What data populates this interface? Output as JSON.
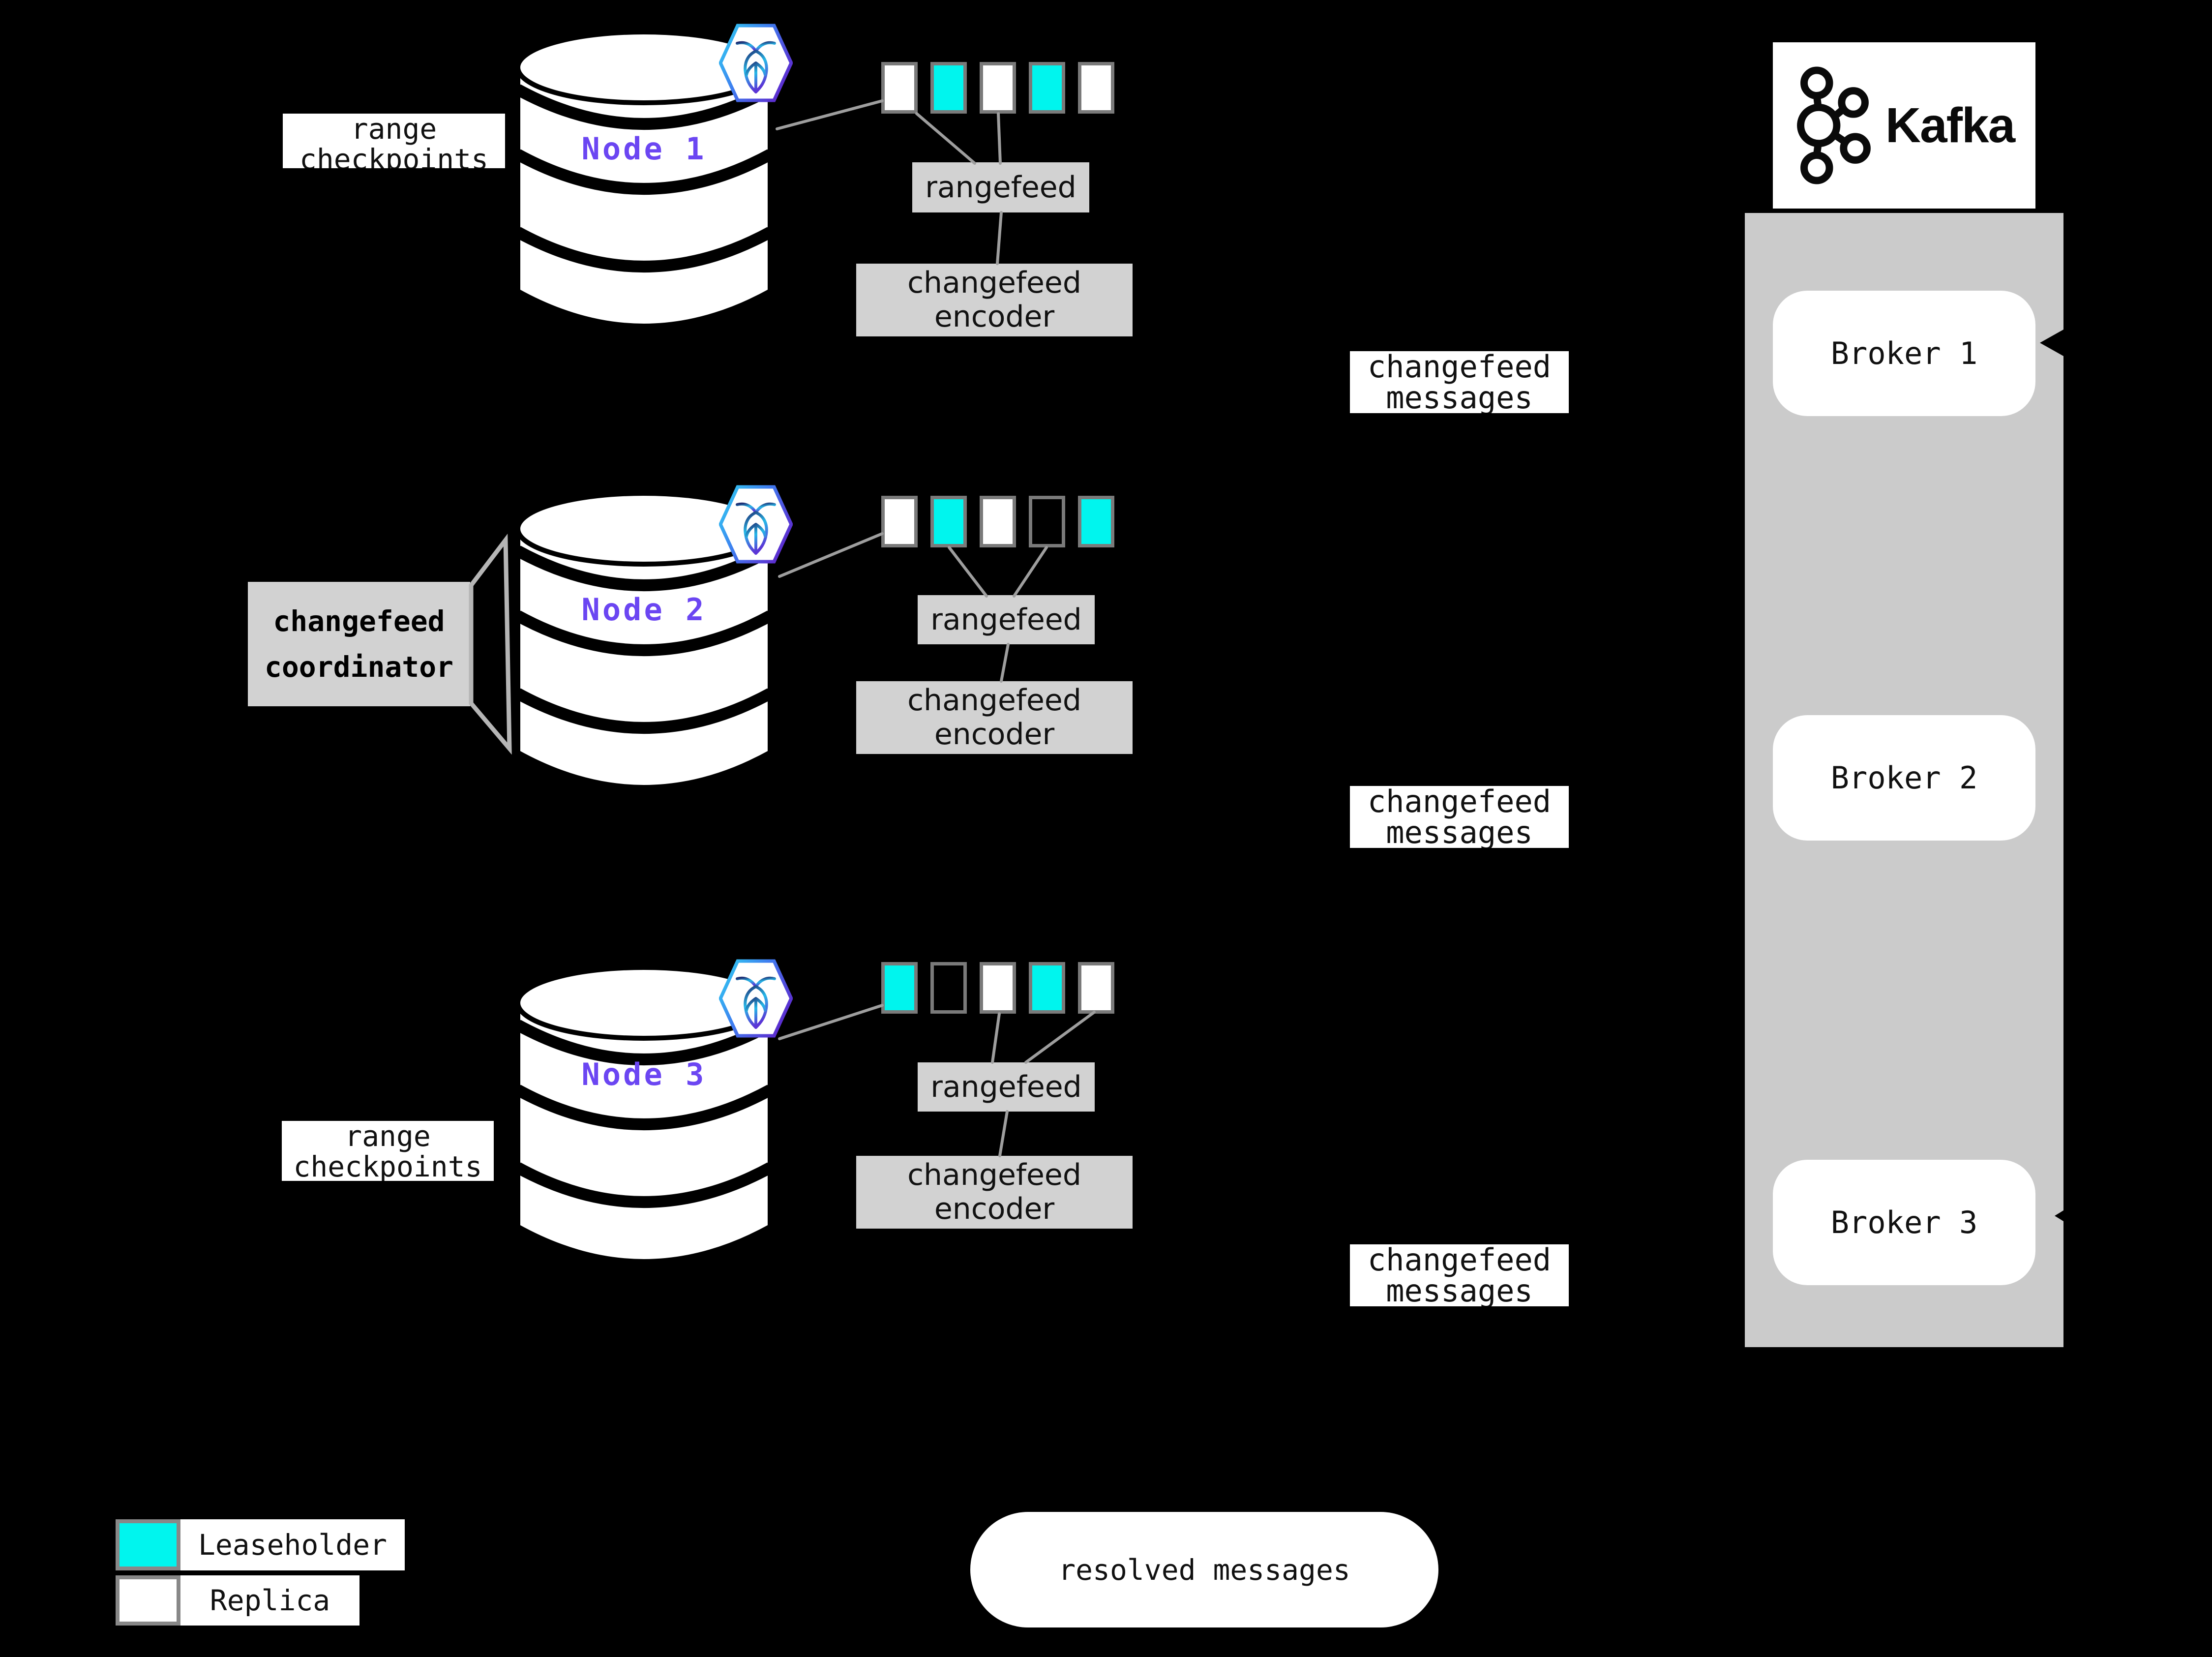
{
  "colors": {
    "background": "#000000",
    "leaseholder": "#00f5ee",
    "replica": "#ffffff",
    "empty": "transparent",
    "node_label_purple": "#6b46f2",
    "box_gray": "#d2d2d2",
    "kafka_container_gray": "#cbcbcb",
    "connector_gray": "#9e9e9e",
    "swatch_border_gray": "#888888"
  },
  "nodes": [
    {
      "label": "Node 1",
      "ranges": [
        "replica",
        "leaseholder",
        "replica",
        "leaseholder",
        "replica"
      ],
      "rangefeed_label": "rangefeed",
      "encoder_label": "changefeed\nencoder"
    },
    {
      "label": "Node 2",
      "ranges": [
        "replica",
        "leaseholder",
        "replica",
        "empty",
        "leaseholder"
      ],
      "rangefeed_label": "rangefeed",
      "encoder_label": "changefeed\nencoder"
    },
    {
      "label": "Node 3",
      "ranges": [
        "leaseholder",
        "empty",
        "replica",
        "leaseholder",
        "replica"
      ],
      "rangefeed_label": "rangefeed",
      "encoder_label": "changefeed\nencoder"
    }
  ],
  "labels": {
    "range_checkpoints_top": "range\ncheckpoints",
    "range_checkpoints_bottom": "range\ncheckpoints",
    "changefeed_coordinator": "changefeed\ncoordinator",
    "changefeed_messages_1": "changefeed\nmessages",
    "changefeed_messages_2": "changefeed\nmessages",
    "changefeed_messages_3": "changefeed\nmessages",
    "resolved_messages": "resolved messages"
  },
  "kafka": {
    "wordmark": "Kafka",
    "brokers": [
      "Broker 1",
      "Broker 2",
      "Broker 3"
    ]
  },
  "legend": [
    {
      "swatch": "leaseholder",
      "label": "Leaseholder"
    },
    {
      "swatch": "replica",
      "label": "Replica"
    }
  ]
}
